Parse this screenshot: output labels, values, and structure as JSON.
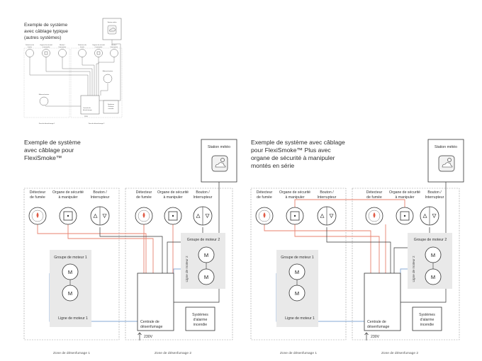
{
  "mini": {
    "title_lines": [
      "Exemple de système",
      "avec câblage typique",
      "(autres systèmes)"
    ],
    "weather": "Station météo",
    "smoke": [
      "Détecteur de",
      "fumée"
    ],
    "safety": [
      "Organe de sécurité",
      "à manipuler"
    ],
    "switch": [
      "Bouton /",
      "Interrupteur"
    ],
    "motor_group": "Moteurs/moteur",
    "control": [
      "Centrale de",
      "désenfumage"
    ],
    "fire": [
      "Systèmes",
      "d'alarme",
      "incendie"
    ],
    "power": "230V",
    "zone1": "Zone de désenfumage 1",
    "zone2": "Zone de désenfumage 2"
  },
  "left": {
    "title_lines": [
      "Exemple de système",
      "avec câblage pour",
      "FlexiSmoke™"
    ]
  },
  "right": {
    "title_lines": [
      "Exemple de système avec câblage",
      "pour FlexiSmoke™ Plus avec",
      "organe de sécurité à manipuler",
      "montés en série"
    ]
  },
  "labels": {
    "weather": "Station météo",
    "smoke": [
      "Détecteur",
      "de fumée"
    ],
    "safety": [
      "Organe de sécurité",
      "à manipuler"
    ],
    "switch": [
      "Bouton /",
      "Interrupteur"
    ],
    "motor_group_1": "Groupe de moteur 1",
    "motor_group_2": "Groupe de moteur 2",
    "motor_line_1": "Ligne de moteur 1",
    "motor_line_2": "Ligne de moteur 2",
    "motor": "M",
    "control": [
      "Centrale de",
      "désenfumage"
    ],
    "fire": [
      "Systèmes",
      "d'alarme",
      "incendie"
    ],
    "power": "230V",
    "zone1": "Zone de désenfumage 1",
    "zone2": "Zone de désenfumage 2"
  },
  "colors": {
    "red_wire": "#e8826e",
    "blue_wire": "#86a9d6",
    "line": "#333333",
    "dash": "#9a9a9a",
    "panel": "#e9e9e9"
  }
}
